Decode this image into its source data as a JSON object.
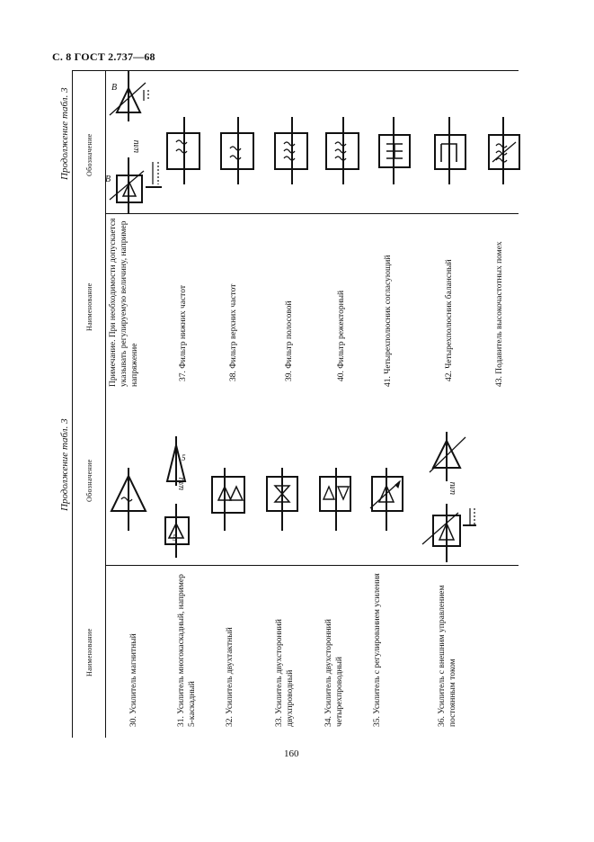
{
  "page": {
    "header": "С. 8 ГОСТ 2.737—68",
    "page_number": "160"
  },
  "table_left": {
    "continuation": "Продолжение табл. 3",
    "col_name": "Наименование",
    "col_symbol": "Обозначение",
    "or_word": "или",
    "rows": [
      {
        "text": "30. Усилитель магнитный",
        "icon": "magnetic-amplifier-symbol"
      },
      {
        "text": "31. Усилитель многокаскадный, например 5-каскадный",
        "icon": "multistage-amplifier-symbol",
        "digit": "5"
      },
      {
        "text": "32. Усилитель двухтактный",
        "icon": "push-pull-amplifier-symbol"
      },
      {
        "text": "33. Усилитель двухсторонний двухпроводный",
        "icon": "bidirectional-two-wire-amplifier-symbol"
      },
      {
        "text": "34. Усилитель двухсторонний четырехпроводный",
        "icon": "bidirectional-four-wire-amplifier-symbol"
      },
      {
        "text": "35. Усилитель с регулированием усиления",
        "icon": "gain-control-amplifier-symbol"
      },
      {
        "text": "36. Усилитель с внешним управлением постоянным током",
        "icon": "dc-controlled-amplifier-symbol"
      }
    ]
  },
  "table_right": {
    "continuation": "Продолжение табл. 3",
    "col_name": "Наименование",
    "col_symbol": "Обозначение",
    "or_word": "или",
    "voltage_letter": "В",
    "rows": [
      {
        "text": "Примечание. При необходимости допускается указывать регулируемую величину, например напряжение",
        "icon": "voltage-regulated-amplifier-symbol"
      },
      {
        "text": "37. Фильтр нижних частот",
        "icon": "low-pass-filter-symbol"
      },
      {
        "text": "38. Фильтр верхних частот",
        "icon": "high-pass-filter-symbol"
      },
      {
        "text": "39. Фильтр полосовой",
        "icon": "band-pass-filter-symbol"
      },
      {
        "text": "40. Фильтр режекторный",
        "icon": "band-stop-filter-symbol"
      },
      {
        "text": "41. Четырехполюсник согласующий",
        "icon": "matching-quadripole-symbol"
      },
      {
        "text": "42. Четырехполюсник балансный",
        "icon": "balanced-quadripole-symbol"
      },
      {
        "text": "43. Подавитель высокочастотных помех",
        "icon": "hf-interference-suppressor-symbol"
      }
    ]
  }
}
